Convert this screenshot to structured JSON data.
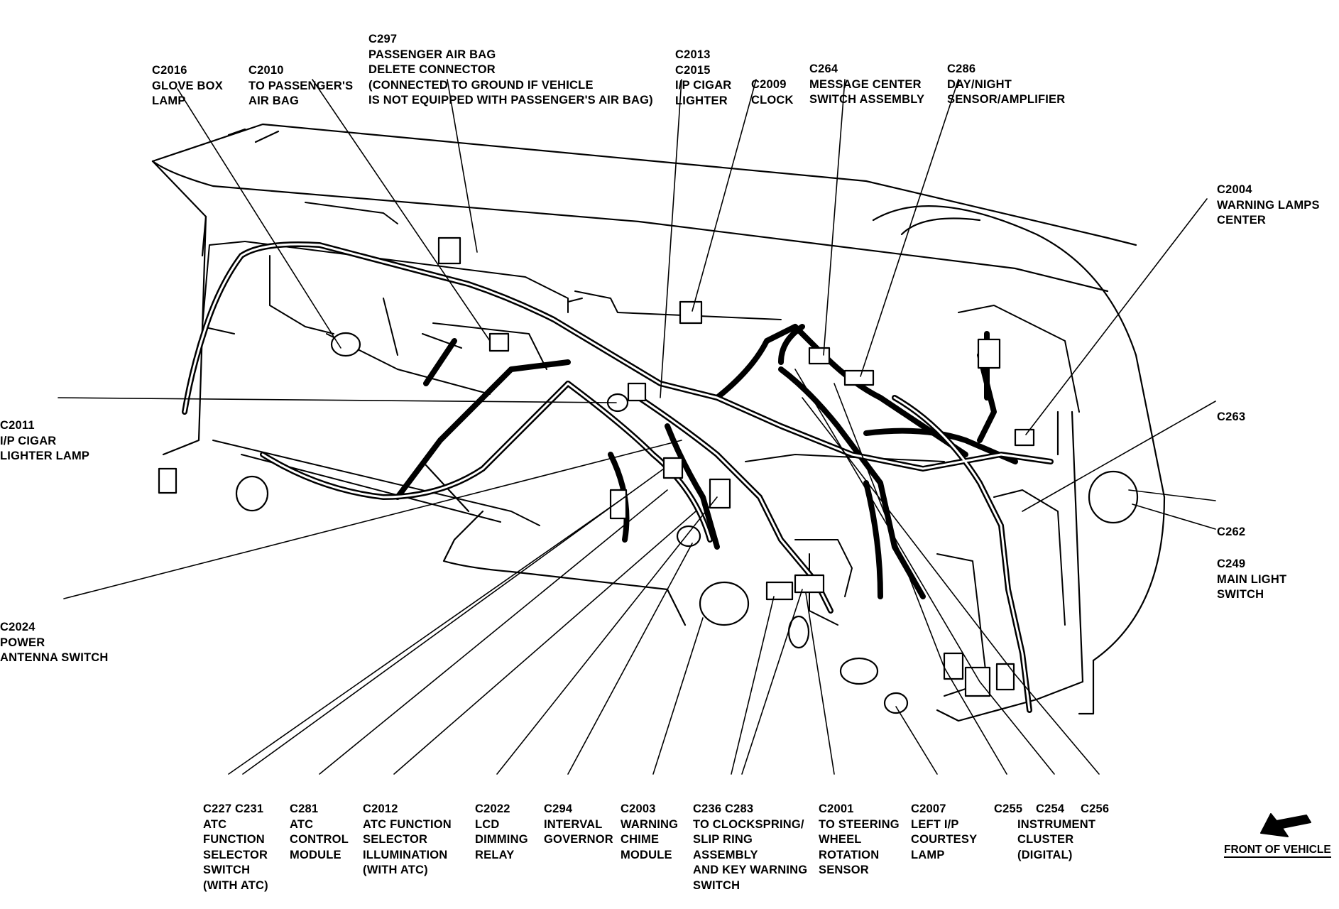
{
  "labels": {
    "c2016": [
      "C2016",
      "GLOVE BOX",
      "LAMP"
    ],
    "c2010": [
      "C2010",
      "TO PASSENGER'S",
      "AIR BAG"
    ],
    "c297": [
      "C297",
      "PASSENGER AIR BAG",
      "DELETE CONNECTOR",
      "(CONNECTED TO GROUND IF VEHICLE",
      "IS NOT EQUIPPED WITH PASSENGER'S AIR BAG)"
    ],
    "c2013": [
      "C2013",
      "C2015",
      "I/P CIGAR",
      "LIGHTER"
    ],
    "c2009": [
      "C2009",
      "CLOCK"
    ],
    "c264": [
      "C264",
      "MESSAGE CENTER",
      "SWITCH ASSEMBLY"
    ],
    "c286": [
      "C286",
      "DAY/NIGHT",
      "SENSOR/AMPLIFIER"
    ],
    "c2004": [
      "C2004",
      "WARNING LAMPS",
      "CENTER"
    ],
    "c263": [
      "C263"
    ],
    "c262": [
      "C262"
    ],
    "c249": [
      "C249",
      "MAIN LIGHT",
      "SWITCH"
    ],
    "c2011": [
      "C2011",
      "I/P CIGAR",
      "LIGHTER LAMP"
    ],
    "c2024": [
      "C2024",
      "POWER",
      "ANTENNA SWITCH"
    ],
    "c227": [
      "C227 C231",
      "ATC",
      "FUNCTION",
      "SELECTOR",
      "SWITCH",
      "(WITH ATC)"
    ],
    "c281": [
      "C281",
      "ATC",
      "CONTROL",
      "MODULE"
    ],
    "c2012": [
      "C2012",
      "ATC FUNCTION",
      "SELECTOR",
      "ILLUMINATION",
      "(WITH ATC)"
    ],
    "c2022": [
      "C2022",
      "LCD",
      "DIMMING",
      "RELAY"
    ],
    "c294": [
      "C294",
      "INTERVAL",
      "GOVERNOR"
    ],
    "c2003": [
      "C2003",
      "WARNING",
      "CHIME",
      "MODULE"
    ],
    "c236": [
      "C236 C283",
      "TO CLOCKSPRING/",
      "SLIP RING",
      "ASSEMBLY",
      "AND KEY WARNING",
      "SWITCH"
    ],
    "c2001": [
      "C2001",
      "TO STEERING",
      "WHEEL",
      "ROTATION",
      "SENSOR"
    ],
    "c2007": [
      "C2007",
      "LEFT I/P",
      "COURTESY",
      "LAMP"
    ],
    "c255": [
      "C255"
    ],
    "c254": [
      "C254",
      "INSTRUMENT",
      "CLUSTER",
      "(DIGITAL)"
    ],
    "c256": [
      "C256"
    ]
  },
  "front_of_vehicle": "FRONT OF VEHICLE"
}
